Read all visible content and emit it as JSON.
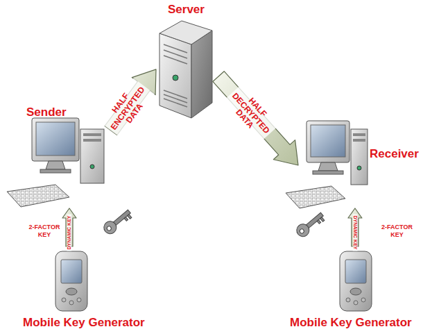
{
  "diagram": {
    "nodes": [
      {
        "text": [
          "Server"
        ]
      },
      {
        "text": [
          "Sender"
        ]
      },
      {
        "text": [
          "Receiver"
        ]
      },
      {
        "text": [
          "Mobile Key Generator"
        ]
      },
      {
        "text": [
          "Mobile Key Generator"
        ]
      }
    ],
    "edges": [
      {
        "from": 1,
        "to": 0,
        "arrow": "to",
        "label": "HALF ENCRYPTED DATA"
      },
      {
        "from": 0,
        "to": 2,
        "arrow": "to",
        "label": "HALF DECRYPTED DATA"
      },
      {
        "from": 3,
        "to": 1,
        "arrow": "to",
        "label": "DYNAMIC KEY"
      },
      {
        "from": 4,
        "to": 2,
        "arrow": "to",
        "label": "DYNAMIC KEY"
      }
    ],
    "labels": [
      "2-FACTOR KEY",
      "2-FACTOR KEY"
    ]
  }
}
